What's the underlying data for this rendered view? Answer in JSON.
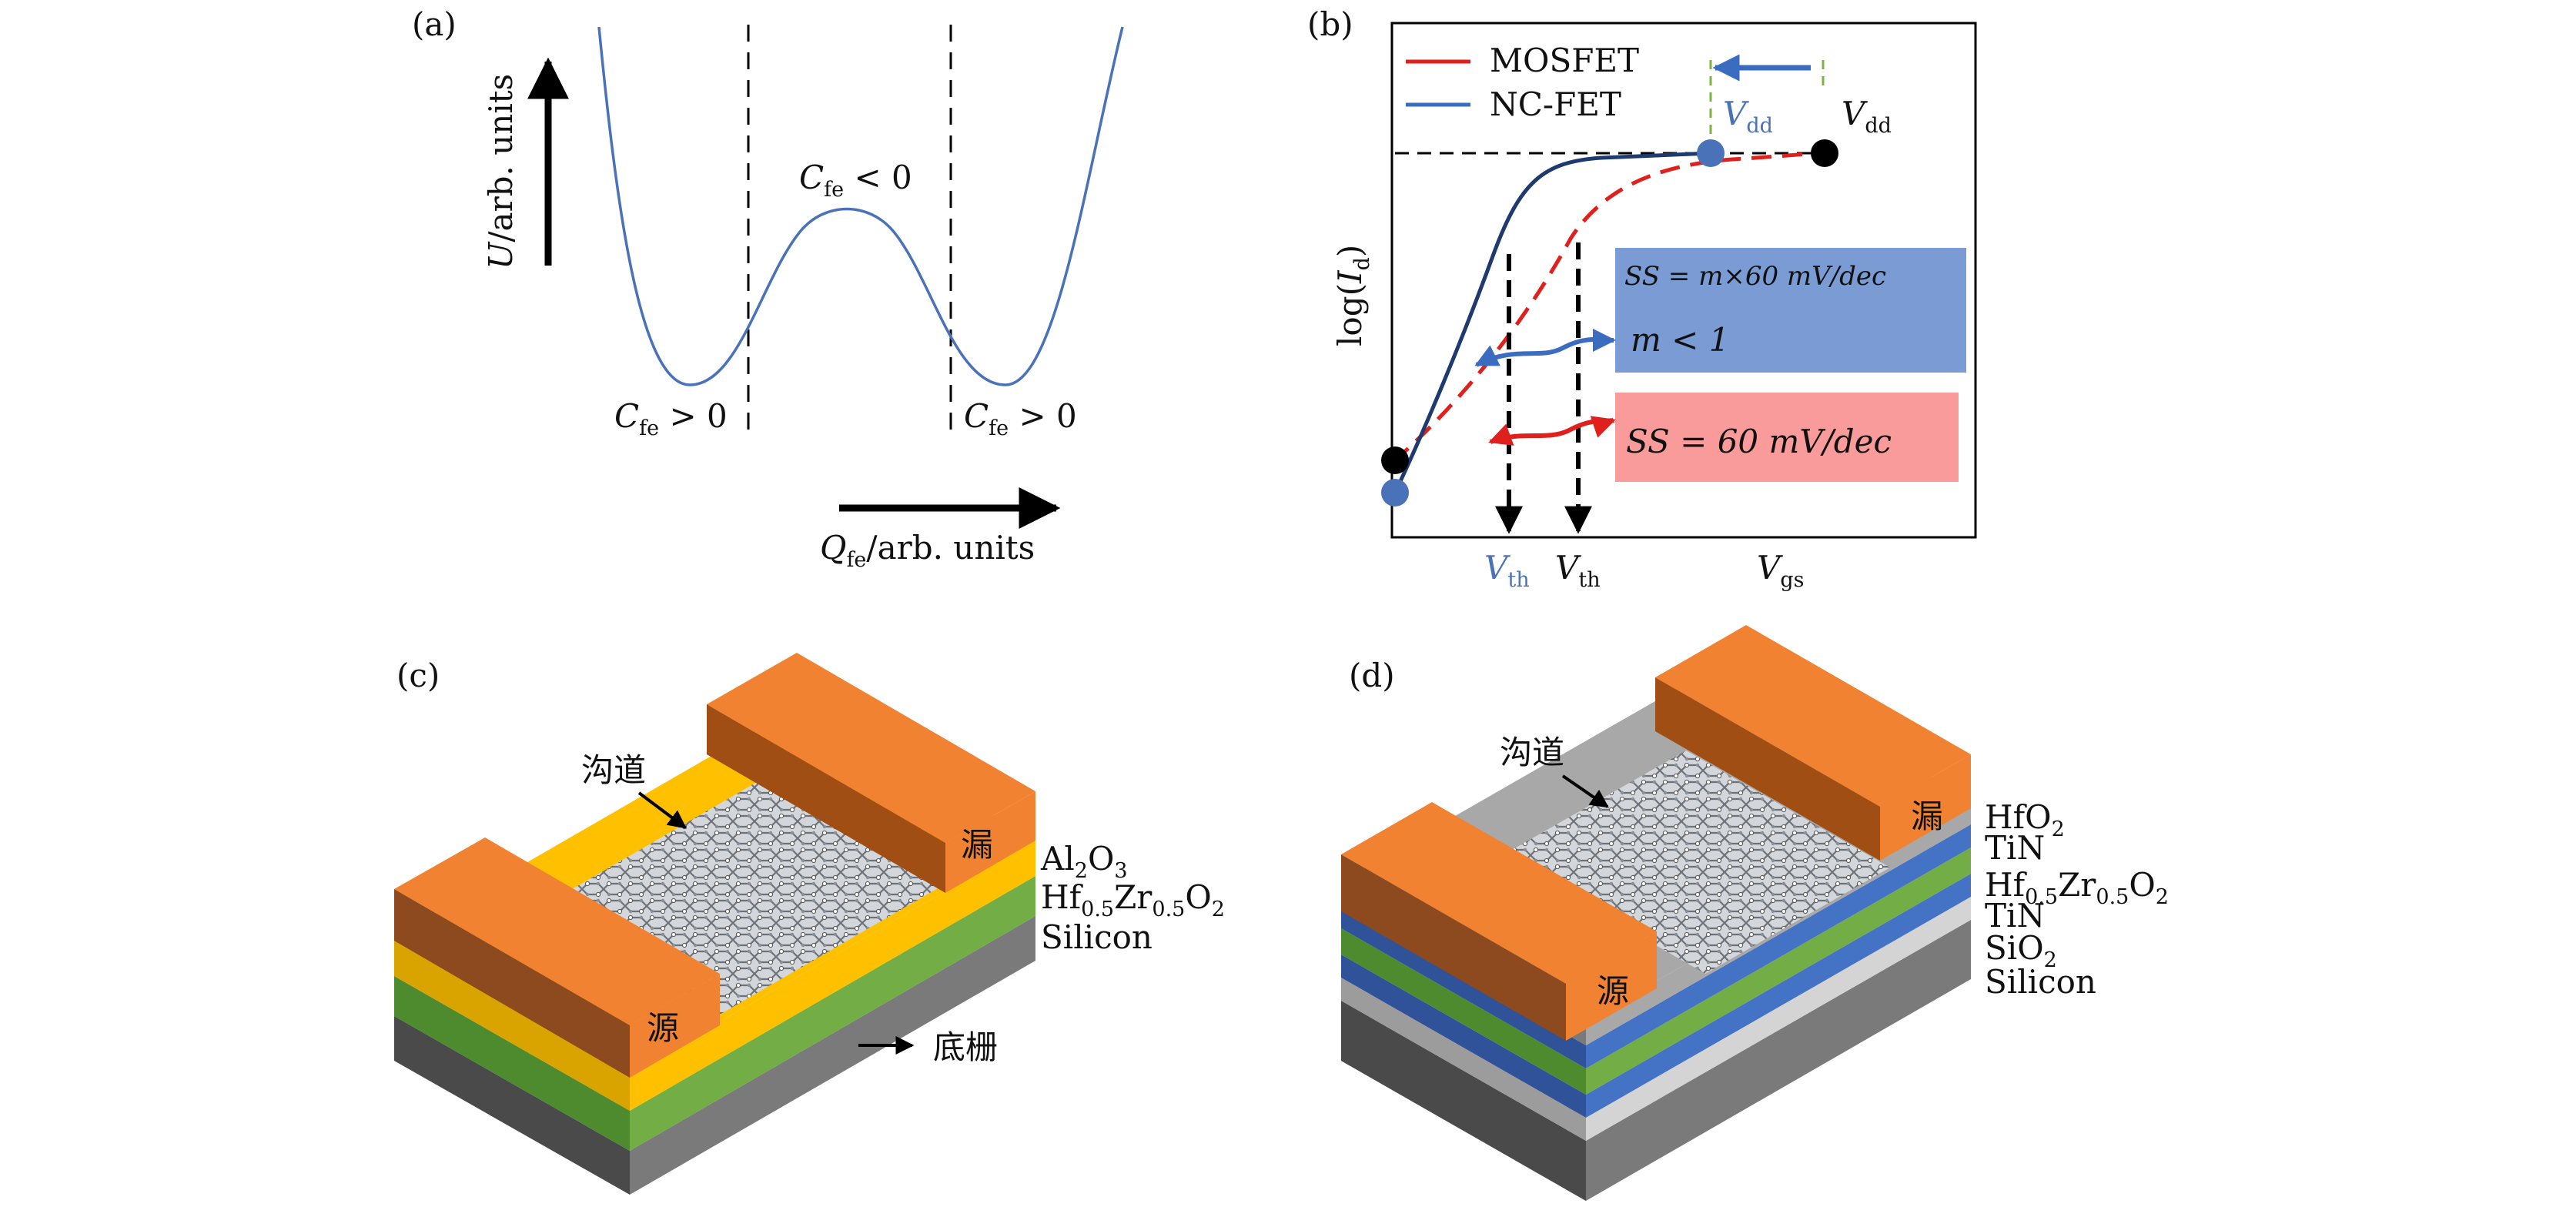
{
  "panel_a": {
    "label": "(a)",
    "y_axis": {
      "main": "U",
      "rest": "/arb. units"
    },
    "x_axis": {
      "main": "Q",
      "sub": "fe",
      "rest": "/arb. units"
    },
    "cfe_neg": {
      "main": "C",
      "sub": "fe",
      "rest": " < 0"
    },
    "cfe_pos_left": {
      "main": "C",
      "sub": "fe",
      "rest": " > 0"
    },
    "cfe_pos_right": {
      "main": "C",
      "sub": "fe",
      "rest": " > 0"
    },
    "colors": {
      "curve": "#4a72b8"
    }
  },
  "panel_b": {
    "label": "(b)",
    "legend": [
      {
        "name": "MOSFET",
        "color": "#e0201c",
        "dash": true
      },
      {
        "name": "NC-FET",
        "color": "#1f3a6e",
        "dash": false
      }
    ],
    "y_axis": {
      "pre": "log(",
      "main": "I",
      "sub": "d",
      "post": ")"
    },
    "x_axis": {
      "main": "V",
      "sub": "gs"
    },
    "vdd_blue": {
      "main": "V",
      "sub": "dd"
    },
    "vdd_black": {
      "main": "V",
      "sub": "dd"
    },
    "vth_blue": {
      "main": "V",
      "sub": "th"
    },
    "vth_black": {
      "main": "V",
      "sub": "th"
    },
    "box_blue": {
      "line1": "SS = m×60 mV/dec",
      "line2": "m < 1",
      "color": "#7b9bd4"
    },
    "box_red": {
      "text": "SS = 60 mV/dec",
      "color": "#f99b9b"
    }
  },
  "panel_c": {
    "label": "(c)",
    "channel": "沟道",
    "source": "源",
    "drain": "漏",
    "bottom_gate": "底栅",
    "layers": [
      {
        "main": "Al",
        "sub": "2",
        "main2": "O",
        "sub2": "3"
      },
      {
        "main": "Hf",
        "sub": "0.5",
        "main2": "Zr",
        "sub2": "0.5",
        "main3": "O",
        "sub3": "2"
      },
      {
        "main": "Silicon"
      }
    ]
  },
  "panel_d": {
    "label": "(d)",
    "channel": "沟道",
    "source": "源",
    "drain": "漏",
    "layers": [
      {
        "main": "HfO",
        "sub": "2"
      },
      {
        "main": "TiN"
      },
      {
        "main": "Hf",
        "sub": "0.5",
        "main2": "Zr",
        "sub2": "0.5",
        "main3": "O",
        "sub3": "2"
      },
      {
        "main": "TiN"
      },
      {
        "main": "SiO",
        "sub": "2"
      },
      {
        "main": "Silicon"
      }
    ]
  }
}
